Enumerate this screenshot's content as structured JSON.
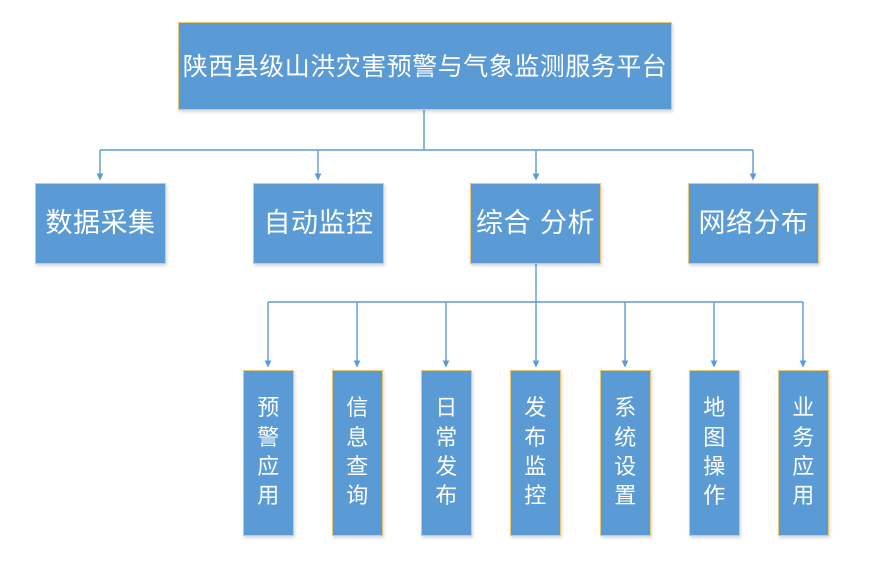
{
  "diagram": {
    "type": "organization-hierarchy-tree",
    "background_color": "#ffffff",
    "node_fill_color": "#5b9bd5",
    "node_border_color": "#e8c873",
    "connector_color": "#5b9bd5",
    "node_text_color": "#ffffff",
    "root": {
      "label": "陕西县级山洪灾害预警与气象监测服务平台"
    },
    "level2": [
      {
        "label": "数据采集"
      },
      {
        "label": "自动监控"
      },
      {
        "label": "综合 分析"
      },
      {
        "label": "网络分布"
      }
    ],
    "level3_parent": "综合 分析",
    "level3": [
      {
        "label": "预警应用"
      },
      {
        "label": "信息查询"
      },
      {
        "label": "日常发布"
      },
      {
        "label": "发布监控"
      },
      {
        "label": "系统设置"
      },
      {
        "label": "地图操作"
      },
      {
        "label": "业务应用"
      }
    ]
  }
}
